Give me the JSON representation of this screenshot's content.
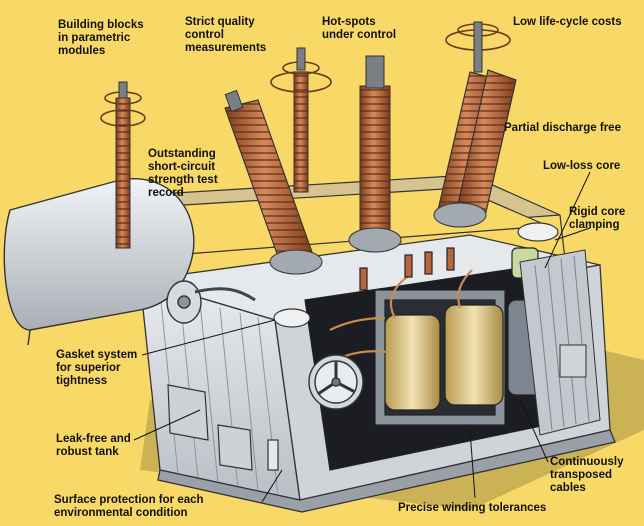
{
  "colors": {
    "background": "#f8d968",
    "tank": "#d9dde2",
    "tank_shadow": "#aeb4bb",
    "bushing": "#b8673c",
    "bushing_dark": "#7e3d1e",
    "winding": "#e7d49a",
    "leader": "#111111"
  },
  "labels": {
    "building_blocks": "Building blocks\nin parametric\nmodules",
    "quality_control": "Strict quality\ncontrol\nmeasurements",
    "hot_spots": "Hot-spots\nunder control",
    "life_cycle": "Low life-cycle costs",
    "partial_discharge": "Partial discharge free",
    "short_circuit": "Outstanding\nshort-circuit\nstrength test\nrecord",
    "low_loss_core": "Low-loss core",
    "rigid_core": "Rigid core\nclamping",
    "gasket": "Gasket system\nfor superior\ntightness",
    "leak_free": "Leak-free and\nrobust tank",
    "surface_protection": "Surface protection for each\nenvironmental condition",
    "transposed_cables": "Continuously\ntransposed\ncables",
    "winding_tolerances": "Precise winding tolerances"
  }
}
